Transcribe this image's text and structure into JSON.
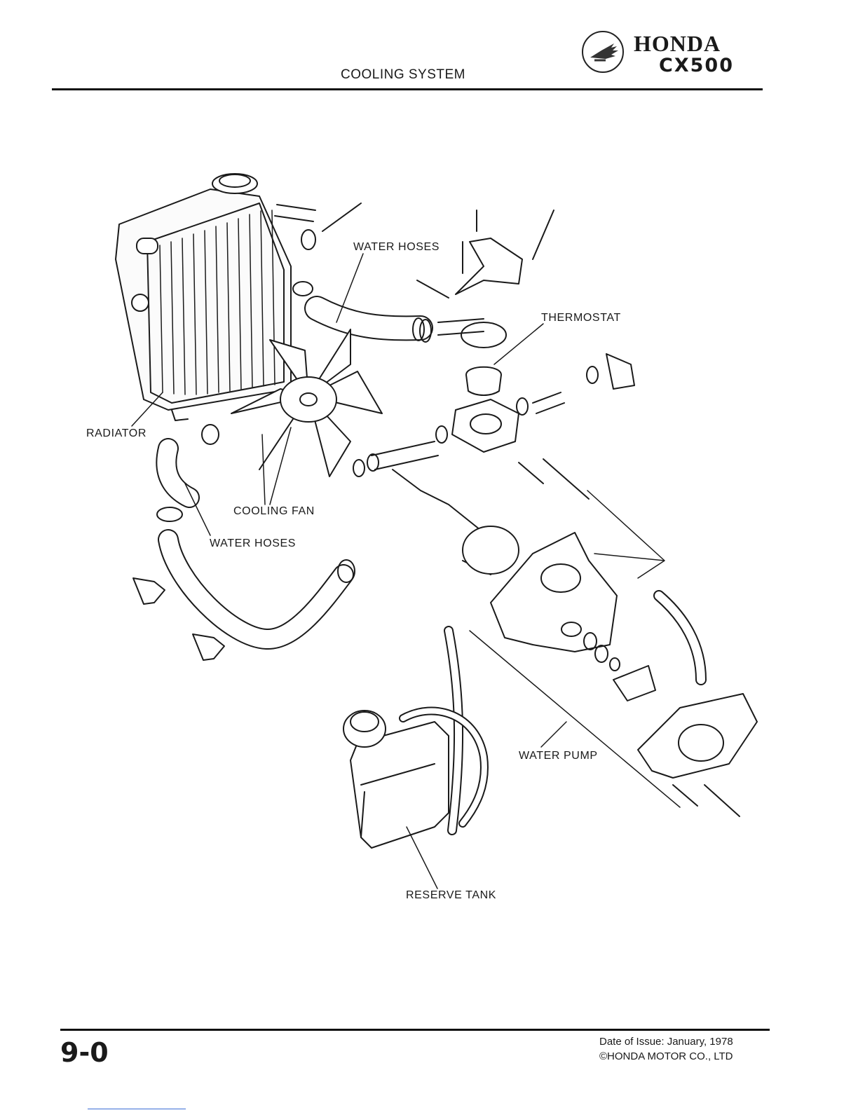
{
  "header": {
    "section_title": "COOLING SYSTEM",
    "brand": "HONDA",
    "model": "CX500"
  },
  "diagram": {
    "labels": {
      "water_hoses_top": "WATER HOSES",
      "thermostat": "THERMOSTAT",
      "radiator": "RADIATOR",
      "cooling_fan": "COOLING FAN",
      "water_hoses_bottom": "WATER HOSES",
      "water_pump": "WATER PUMP",
      "reserve_tank": "RESERVE TANK"
    }
  },
  "footer": {
    "page_number": "9-0",
    "date_of_issue": "Date of Issue: January, 1978",
    "copyright": "©HONDA MOTOR CO., LTD"
  }
}
